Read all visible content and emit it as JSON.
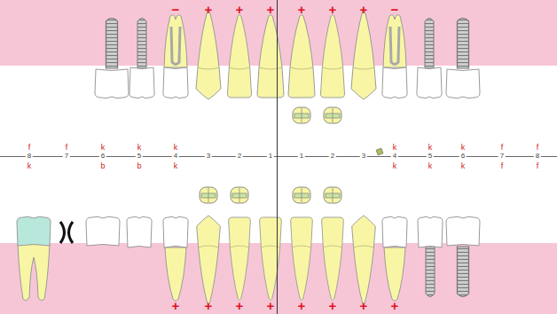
{
  "diagram": {
    "labels": [
      "−",
      "+",
      "+",
      "+",
      "+",
      "+",
      "+",
      "−",
      "f",
      "8",
      "k",
      "f",
      "7",
      "k",
      "6",
      "b",
      "k",
      "5",
      "b",
      "k",
      "4",
      "k",
      "3",
      "2",
      "1",
      "1",
      "2",
      "3",
      "k",
      "4",
      "k",
      "k",
      "5",
      "k",
      "k",
      "6",
      "k",
      "f",
      "7",
      "f",
      "f",
      "8",
      "f",
      "+",
      "+",
      "+",
      "+",
      "+",
      "+",
      "+",
      "+"
    ]
  }
}
